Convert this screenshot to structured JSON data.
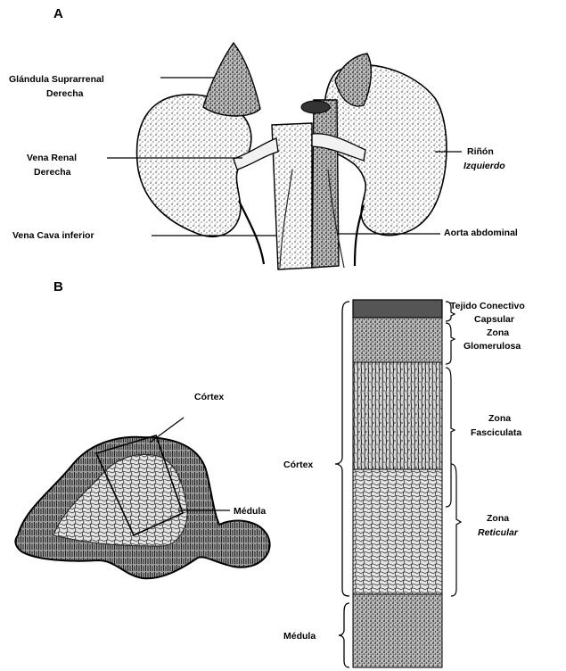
{
  "panel_a": {
    "letter": "A",
    "labels": {
      "adrenal_1": "Glándula Suprarrenal",
      "adrenal_2": "Derecha",
      "renal_vein_1": "Vena Renal",
      "renal_vein_2": "Derecha",
      "kidney_1": "Riñón",
      "kidney_2": "Izquierdo",
      "vena_cava": "Vena Cava inferior",
      "aorta": "Aorta abdominal"
    }
  },
  "panel_b": {
    "letter": "B",
    "labels": {
      "cortex_small": "Córtex",
      "medulla_small": "Médula",
      "capsule_1": "Tejido Conectivo",
      "capsule_2": "Capsular",
      "glomerulosa_1": "Zona",
      "glomerulosa_2": "Glomerulosa",
      "fasciculata_1": "Zona",
      "fasciculata_2": "Fasciculata",
      "reticular_1": "Zona",
      "reticular_2": "Reticular",
      "cortex_col": "Córtex",
      "medulla_col": "Médula"
    }
  }
}
